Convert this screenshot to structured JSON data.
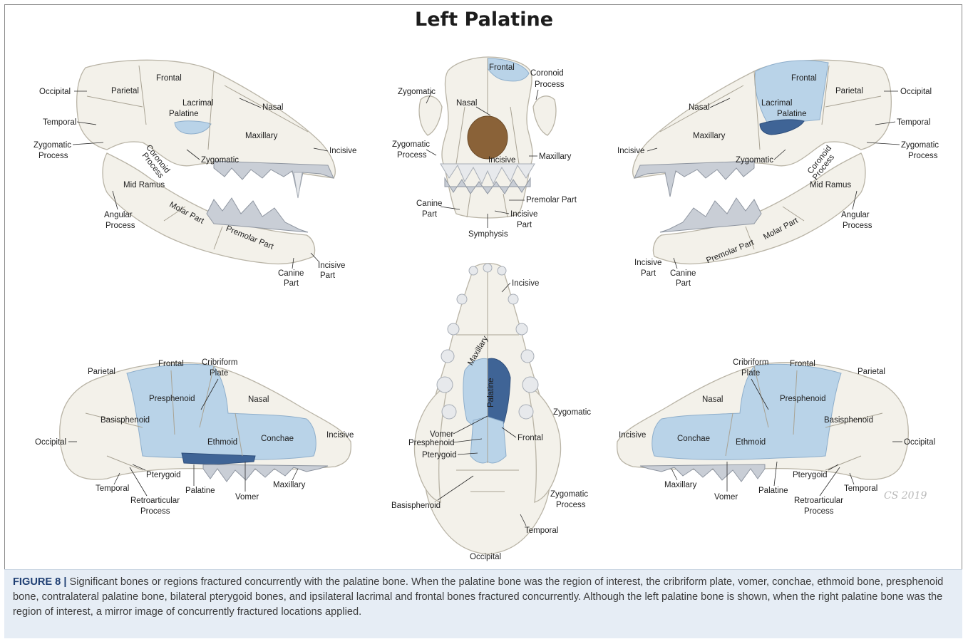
{
  "figure": {
    "title": "Left Palatine",
    "caption_lead": "FIGURE 8 |",
    "caption_text": " Significant bones or regions fractured concurrently with the palatine bone. When the palatine bone was the region of interest, the cribriform plate, vomer, conchae, ethmoid bone, presphenoid bone, contralateral palatine bone, bilateral pterygoid bones, and ipsilateral lacrimal and frontal bones fractured concurrently. Although the left palatine bone is shown, when the right palatine bone was the region of interest, a mirror image of concurrently fractured locations applied.",
    "signature": "CS 2019"
  },
  "colors": {
    "bone": "#f3f1ea",
    "bone_stroke": "#b9b4a6",
    "highlight_light": "#b9d3e8",
    "highlight_dark": "#3f6496",
    "teeth": "#c9ced6",
    "brain": "#8a6238",
    "caption_bg": "#e6edf5",
    "caption_lead": "#1f3f73"
  },
  "views": {
    "left_lateral": {
      "labels": {
        "occipital": "Occipital",
        "parietal": "Parietal",
        "frontal": "Frontal",
        "temporal": "Temporal",
        "lacrimal": "Lacrimal",
        "palatine": "Palatine",
        "nasal": "Nasal",
        "zygomatic_process_1": "Zygomatic",
        "zygomatic_process_2": "Process",
        "maxillary": "Maxillary",
        "incisive": "Incisive",
        "coronoid_1": "Coronoid",
        "coronoid_2": "Process",
        "zygomatic": "Zygomatic",
        "mid_ramus": "Mid Ramus",
        "angular_1": "Angular",
        "angular_2": "Process",
        "molar_part": "Molar Part",
        "premolar_part": "Premolar Part",
        "incisive_part_1": "Incisive",
        "incisive_part_2": "Part",
        "canine_part_1": "Canine",
        "canine_part_2": "Part"
      }
    },
    "frontal": {
      "labels": {
        "frontal": "Frontal",
        "coronoid_1": "Coronoid",
        "coronoid_2": "Process",
        "zygomatic": "Zygomatic",
        "nasal": "Nasal",
        "zygomatic_process_1": "Zygomatic",
        "zygomatic_process_2": "Process",
        "incisive": "Incisive",
        "maxillary": "Maxillary",
        "canine_part_1": "Canine",
        "canine_part_2": "Part",
        "premolar_part": "Premolar Part",
        "incisive_part_1": "Incisive",
        "incisive_part_2": "Part",
        "symphysis": "Symphysis"
      }
    },
    "right_lateral": {
      "labels": {
        "frontal": "Frontal",
        "parietal": "Parietal",
        "occipital": "Occipital",
        "nasal": "Nasal",
        "lacrimal": "Lacrimal",
        "palatine": "Palatine",
        "temporal": "Temporal",
        "maxillary": "Maxillary",
        "incisive": "Incisive",
        "zygomatic_process_1": "Zygomatic",
        "zygomatic_process_2": "Process",
        "zygomatic": "Zygomatic",
        "coronoid_1": "Coronoid",
        "coronoid_2": "Process",
        "mid_ramus": "Mid Ramus",
        "angular_1": "Angular",
        "angular_2": "Process",
        "molar_part": "Molar Part",
        "premolar_part": "Premolar Part",
        "incisive_part_1": "Incisive",
        "incisive_part_2": "Part",
        "canine_part_1": "Canine",
        "canine_part_2": "Part"
      }
    },
    "ventral": {
      "labels": {
        "incisive": "Incisive",
        "maxillary": "Maxillary",
        "palatine": "Palatine",
        "zygomatic": "Zygomatic",
        "vomer": "Vomer",
        "presphenoid": "Presphenoid",
        "frontal": "Frontal",
        "pterygoid": "Pterygoid",
        "zygomatic_process_1": "Zygomatic",
        "zygomatic_process_2": "Process",
        "basisphenoid": "Basisphenoid",
        "temporal": "Temporal",
        "occipital": "Occipital"
      }
    },
    "left_sagittal": {
      "labels": {
        "parietal": "Parietal",
        "frontal": "Frontal",
        "cribriform_1": "Cribriform",
        "cribriform_2": "Plate",
        "presphenoid": "Presphenoid",
        "nasal": "Nasal",
        "basisphenoid": "Basisphenoid",
        "occipital": "Occipital",
        "ethmoid": "Ethmoid",
        "conchae": "Conchae",
        "incisive": "Incisive",
        "pterygoid": "Pterygoid",
        "temporal": "Temporal",
        "palatine": "Palatine",
        "vomer": "Vomer",
        "maxillary": "Maxillary",
        "retro_1": "Retroarticular",
        "retro_2": "Process"
      }
    },
    "right_sagittal": {
      "labels": {
        "cribriform_1": "Cribriform",
        "cribriform_2": "Plate",
        "frontal": "Frontal",
        "parietal": "Parietal",
        "nasal": "Nasal",
        "presphenoid": "Presphenoid",
        "basisphenoid": "Basisphenoid",
        "incisive": "Incisive",
        "conchae": "Conchae",
        "ethmoid": "Ethmoid",
        "occipital": "Occipital",
        "pterygoid": "Pterygoid",
        "temporal": "Temporal",
        "maxillary": "Maxillary",
        "vomer": "Vomer",
        "palatine": "Palatine",
        "retro_1": "Retroarticular",
        "retro_2": "Process"
      }
    }
  }
}
